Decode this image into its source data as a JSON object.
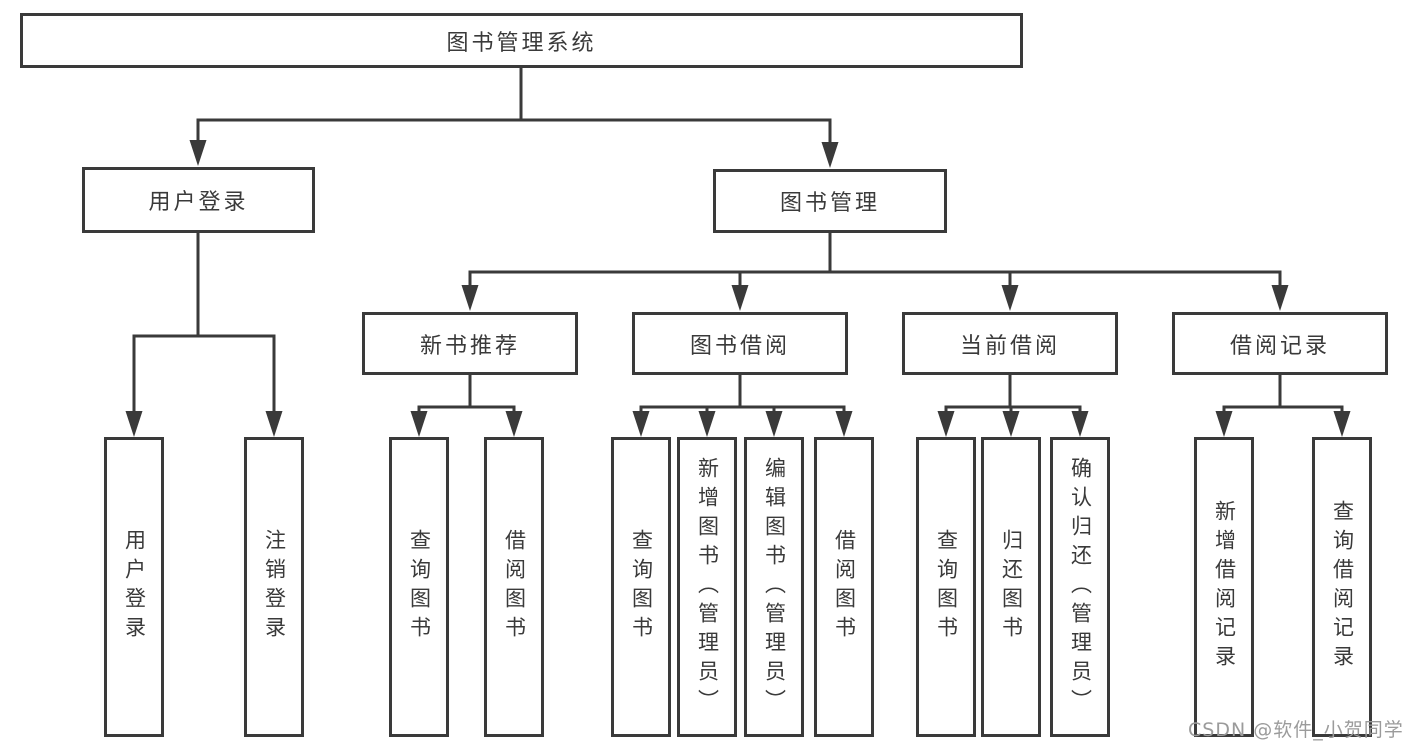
{
  "diagram": {
    "root": {
      "label": "图书管理系统"
    },
    "level2": [
      {
        "label": "用户登录"
      },
      {
        "label": "图书管理"
      }
    ],
    "level3": [
      {
        "label": "新书推荐"
      },
      {
        "label": "图书借阅"
      },
      {
        "label": "当前借阅"
      },
      {
        "label": "借阅记录"
      }
    ],
    "leaves": {
      "user_login": [
        "用户登录",
        "注销登录"
      ],
      "new_books": [
        "查询图书",
        "借阅图书"
      ],
      "book_borrow": [
        "查询图书",
        "新增图书（管理员）",
        "编辑图书（管理员）",
        "借阅图书"
      ],
      "current_borrow": [
        "查询图书",
        "归还图书",
        "确认归还（管理员）"
      ],
      "borrow_records": [
        "新增借阅记录",
        "查询借阅记录"
      ]
    },
    "colors": {
      "line": "#3a3a3a",
      "text": "#3a3a3a",
      "watermark": "#9b9b9b",
      "background": "#ffffff"
    }
  },
  "watermark": {
    "text": "CSDN @软件_小贺同学"
  }
}
